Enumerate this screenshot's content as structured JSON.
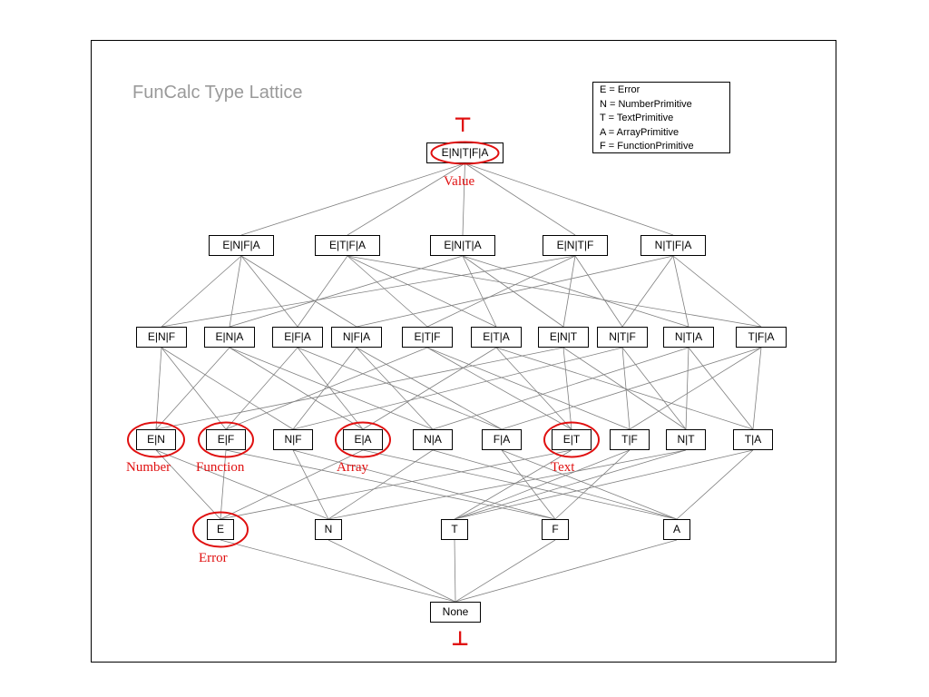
{
  "title": "FunCalc Type Lattice",
  "legend": [
    "E = Error",
    "N = NumberPrimitive",
    "T = TextPrimitive",
    "A = ArrayPrimitive",
    "F = FunctionPrimitive"
  ],
  "top_symbol": "⊤",
  "bottom_symbol": "⊥",
  "colors": {
    "highlight": "#e01010",
    "edge": "#808080",
    "title": "#9a9a9a"
  },
  "nodes": {
    "ENTFA": "E|N|T|F|A",
    "ENFA": "E|N|F|A",
    "ETFA": "E|T|F|A",
    "ENTA": "E|N|T|A",
    "ENTF": "E|N|T|F",
    "NTFA": "N|T|F|A",
    "ENF": "E|N|F",
    "ENA": "E|N|A",
    "EFA": "E|F|A",
    "NFA": "N|F|A",
    "ETF": "E|T|F",
    "ETA": "E|T|A",
    "ENT": "E|N|T",
    "NTF": "N|T|F",
    "NTA": "N|T|A",
    "TFA": "T|F|A",
    "EN": "E|N",
    "EF": "E|F",
    "NF": "N|F",
    "EA": "E|A",
    "NA": "N|A",
    "FA": "F|A",
    "ET": "E|T",
    "TF": "T|F",
    "NT": "N|T",
    "TA": "T|A",
    "E": "E",
    "N": "N",
    "T": "T",
    "F": "F",
    "A": "A",
    "None": "None"
  },
  "highlights": [
    {
      "node": "ENTFA",
      "label": "Value"
    },
    {
      "node": "EN",
      "label": "Number"
    },
    {
      "node": "EF",
      "label": "Function"
    },
    {
      "node": "EA",
      "label": "Array"
    },
    {
      "node": "ET",
      "label": "Text"
    },
    {
      "node": "E",
      "label": "Error"
    }
  ]
}
